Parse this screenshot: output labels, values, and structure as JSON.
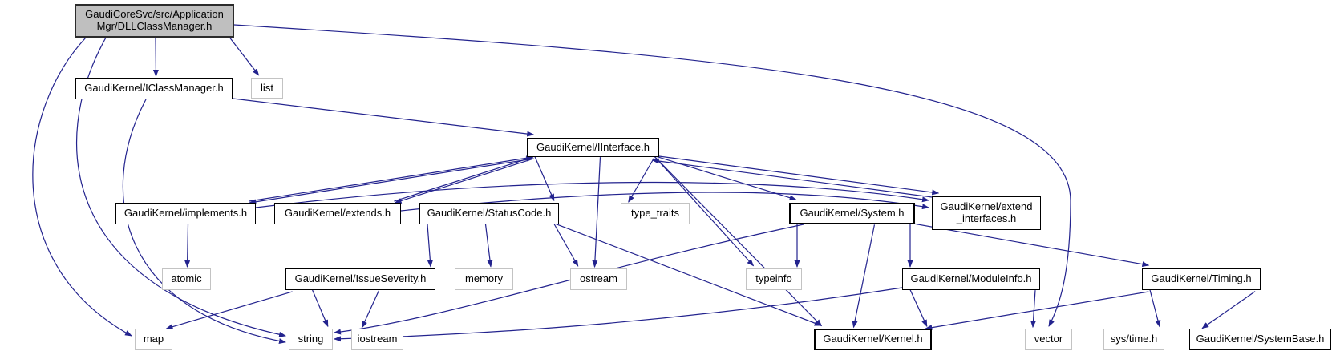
{
  "diagram": {
    "kind": "include-dependency-graph",
    "root": "GaudiCoreSvc/src/ApplicationMgr/DLLClassManager.h",
    "colors": {
      "edge": "#23238e",
      "node_border": "#000000",
      "system_node_border": "#c3c3c3",
      "root_fill": "#bfbfbf",
      "background": "#ffffff"
    },
    "nodes": [
      {
        "id": "dll",
        "label": "GaudiCoreSvc/src/Application\nMgr/DLLClassManager.h",
        "kind": "main"
      },
      {
        "id": "iclassmanager",
        "label": "GaudiKernel/IClassManager.h",
        "kind": "header"
      },
      {
        "id": "list",
        "label": "list",
        "kind": "system"
      },
      {
        "id": "iinterface",
        "label": "GaudiKernel/IInterface.h",
        "kind": "header"
      },
      {
        "id": "implements",
        "label": "GaudiKernel/implements.h",
        "kind": "header"
      },
      {
        "id": "extends",
        "label": "GaudiKernel/extends.h",
        "kind": "header"
      },
      {
        "id": "statuscode",
        "label": "GaudiKernel/StatusCode.h",
        "kind": "header"
      },
      {
        "id": "typetraits",
        "label": "type_traits",
        "kind": "system"
      },
      {
        "id": "system",
        "label": "GaudiKernel/System.h",
        "kind": "header-bold"
      },
      {
        "id": "extendint",
        "label": "GaudiKernel/extend\n_interfaces.h",
        "kind": "header"
      },
      {
        "id": "atomic",
        "label": "atomic",
        "kind": "system"
      },
      {
        "id": "issueseverity",
        "label": "GaudiKernel/IssueSeverity.h",
        "kind": "header"
      },
      {
        "id": "memory",
        "label": "memory",
        "kind": "system"
      },
      {
        "id": "ostream",
        "label": "ostream",
        "kind": "system"
      },
      {
        "id": "typeinfo",
        "label": "typeinfo",
        "kind": "system"
      },
      {
        "id": "moduleinfo",
        "label": "GaudiKernel/ModuleInfo.h",
        "kind": "header"
      },
      {
        "id": "timing",
        "label": "GaudiKernel/Timing.h",
        "kind": "header"
      },
      {
        "id": "map",
        "label": "map",
        "kind": "system"
      },
      {
        "id": "string",
        "label": "string",
        "kind": "system"
      },
      {
        "id": "iostream",
        "label": "iostream",
        "kind": "system"
      },
      {
        "id": "kernel",
        "label": "GaudiKernel/Kernel.h",
        "kind": "header-bold"
      },
      {
        "id": "vector",
        "label": "vector",
        "kind": "system"
      },
      {
        "id": "systime",
        "label": "sys/time.h",
        "kind": "system"
      },
      {
        "id": "systembase",
        "label": "GaudiKernel/SystemBase.h",
        "kind": "header"
      }
    ],
    "edges": [
      {
        "from": "dll",
        "to": "iclassmanager"
      },
      {
        "from": "dll",
        "to": "list"
      },
      {
        "from": "dll",
        "to": "map"
      },
      {
        "from": "dll",
        "to": "string"
      },
      {
        "from": "dll",
        "to": "vector"
      },
      {
        "from": "iclassmanager",
        "to": "iinterface"
      },
      {
        "from": "iclassmanager",
        "to": "string"
      },
      {
        "from": "iinterface",
        "to": "implements"
      },
      {
        "from": "implements",
        "to": "iinterface"
      },
      {
        "from": "iinterface",
        "to": "extends"
      },
      {
        "from": "extends",
        "to": "iinterface"
      },
      {
        "from": "iinterface",
        "to": "extendint"
      },
      {
        "from": "extendint",
        "to": "iinterface"
      },
      {
        "from": "iinterface",
        "to": "statuscode"
      },
      {
        "from": "iinterface",
        "to": "system"
      },
      {
        "from": "iinterface",
        "to": "kernel"
      },
      {
        "from": "iinterface",
        "to": "typetraits"
      },
      {
        "from": "iinterface",
        "to": "typeinfo"
      },
      {
        "from": "iinterface",
        "to": "ostream"
      },
      {
        "from": "implements",
        "to": "atomic"
      },
      {
        "from": "implements",
        "to": "extendint"
      },
      {
        "from": "extends",
        "to": "extendint"
      },
      {
        "from": "statuscode",
        "to": "issueseverity"
      },
      {
        "from": "statuscode",
        "to": "kernel"
      },
      {
        "from": "statuscode",
        "to": "memory"
      },
      {
        "from": "statuscode",
        "to": "ostream"
      },
      {
        "from": "issueseverity",
        "to": "map"
      },
      {
        "from": "issueseverity",
        "to": "string"
      },
      {
        "from": "issueseverity",
        "to": "iostream"
      },
      {
        "from": "system",
        "to": "kernel"
      },
      {
        "from": "system",
        "to": "moduleinfo"
      },
      {
        "from": "system",
        "to": "timing"
      },
      {
        "from": "system",
        "to": "typeinfo"
      },
      {
        "from": "system",
        "to": "string"
      },
      {
        "from": "moduleinfo",
        "to": "kernel"
      },
      {
        "from": "moduleinfo",
        "to": "string"
      },
      {
        "from": "moduleinfo",
        "to": "vector"
      },
      {
        "from": "timing",
        "to": "kernel"
      },
      {
        "from": "timing",
        "to": "systime"
      },
      {
        "from": "timing",
        "to": "systembase"
      }
    ]
  }
}
